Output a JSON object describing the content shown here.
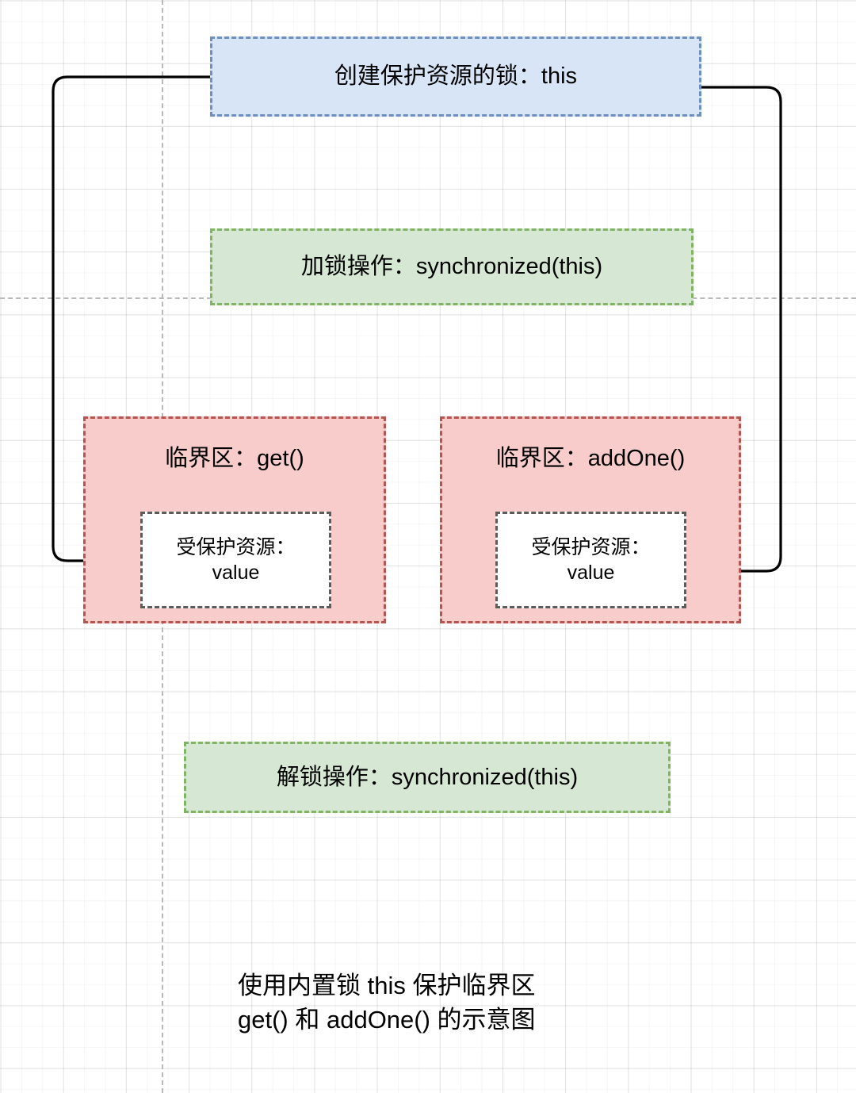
{
  "diagram": {
    "title_caption": "使用内置锁 this 保护临界区\nget() 和 addOne() 的示意图",
    "colors": {
      "lock_box_fill": "#d7e5f7",
      "lock_box_border": "#6e8fc0",
      "op_box_fill": "#d6e8d4",
      "op_box_border": "#81b365",
      "critical_fill": "#f7ccca",
      "critical_border": "#b85450",
      "resource_fill": "#ffffff",
      "resource_border": "#5c5c5c",
      "arrow": "#000000",
      "grid_line": "#ebebeb",
      "guide_line": "#b9b9b9"
    },
    "nodes": {
      "lock": {
        "label": "创建保护资源的锁：this"
      },
      "lock_acquire": {
        "label": "加锁操作：synchronized(this)"
      },
      "critical_get": {
        "label": "临界区：get()",
        "resource": {
          "line1": "受保护资源：",
          "line2": "value"
        }
      },
      "critical_addone": {
        "label": "临界区：addOne()",
        "resource": {
          "line1": "受保护资源：",
          "line2": "value"
        }
      },
      "lock_release": {
        "label": "解锁操作：synchronized(this)"
      }
    },
    "edges": [
      {
        "name": "lock-to-get-resource",
        "from": "lock",
        "to": "critical_get.resource",
        "direction": "left-down-right",
        "arrowhead": "right"
      },
      {
        "name": "lock-to-addone-resource",
        "from": "lock",
        "to": "critical_addone.resource",
        "direction": "right-down-left",
        "arrowhead": "left"
      }
    ]
  }
}
